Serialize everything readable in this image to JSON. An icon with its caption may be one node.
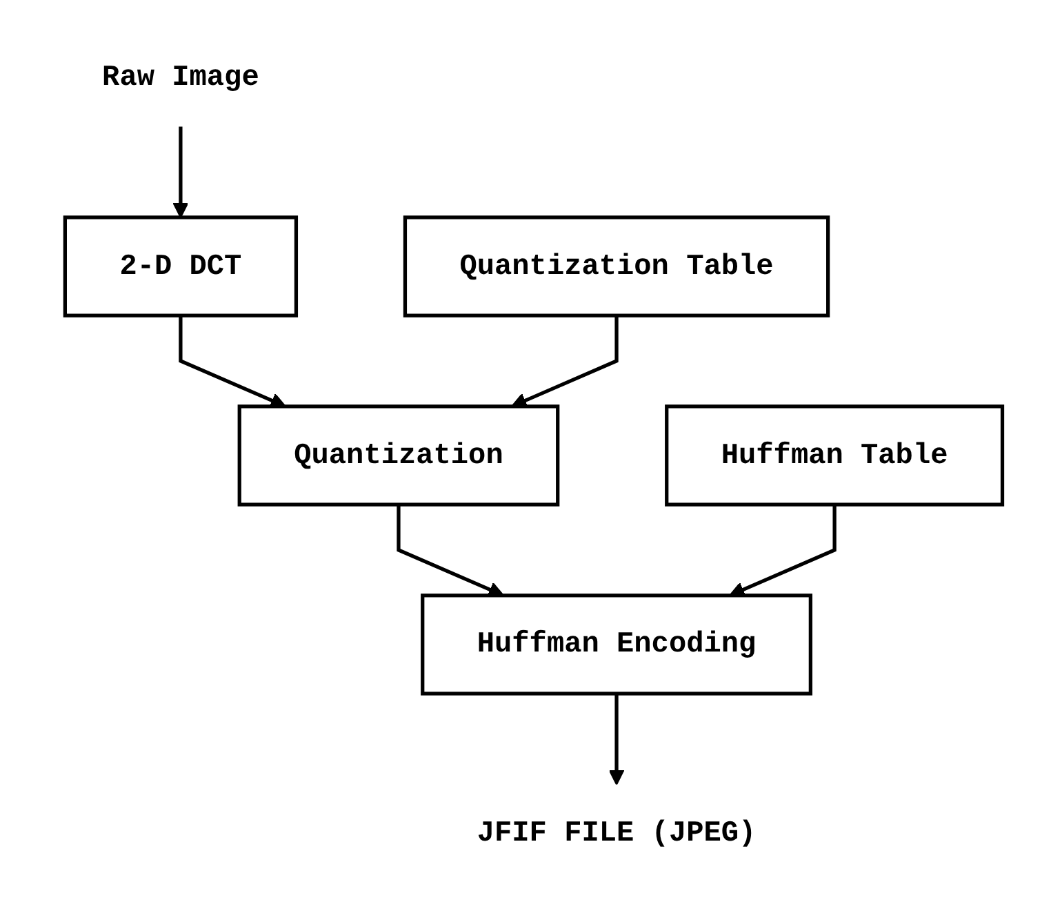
{
  "diagram": {
    "nodes": [
      {
        "text": [
          "Raw Image"
        ]
      },
      {
        "text": [
          "2-D DCT"
        ]
      },
      {
        "text": [
          "Quantization"
        ]
      },
      {
        "text": [
          "Quantization Table"
        ]
      },
      {
        "text": [
          "Huffman Table"
        ]
      },
      {
        "text": [
          "Huffman Encoding"
        ]
      },
      {
        "text": [
          "JFIF FILE (JPEG)"
        ]
      }
    ],
    "edges": [
      {
        "from": 0,
        "to": 1,
        "arrow": "to"
      },
      {
        "from": 1,
        "to": 2,
        "arrow": "to"
      },
      {
        "from": 3,
        "to": 2,
        "arrow": "to"
      },
      {
        "from": 2,
        "to": 5,
        "arrow": "to"
      },
      {
        "from": 4,
        "to": 5,
        "arrow": "to"
      },
      {
        "from": 5,
        "to": 6,
        "arrow": "to"
      }
    ]
  }
}
